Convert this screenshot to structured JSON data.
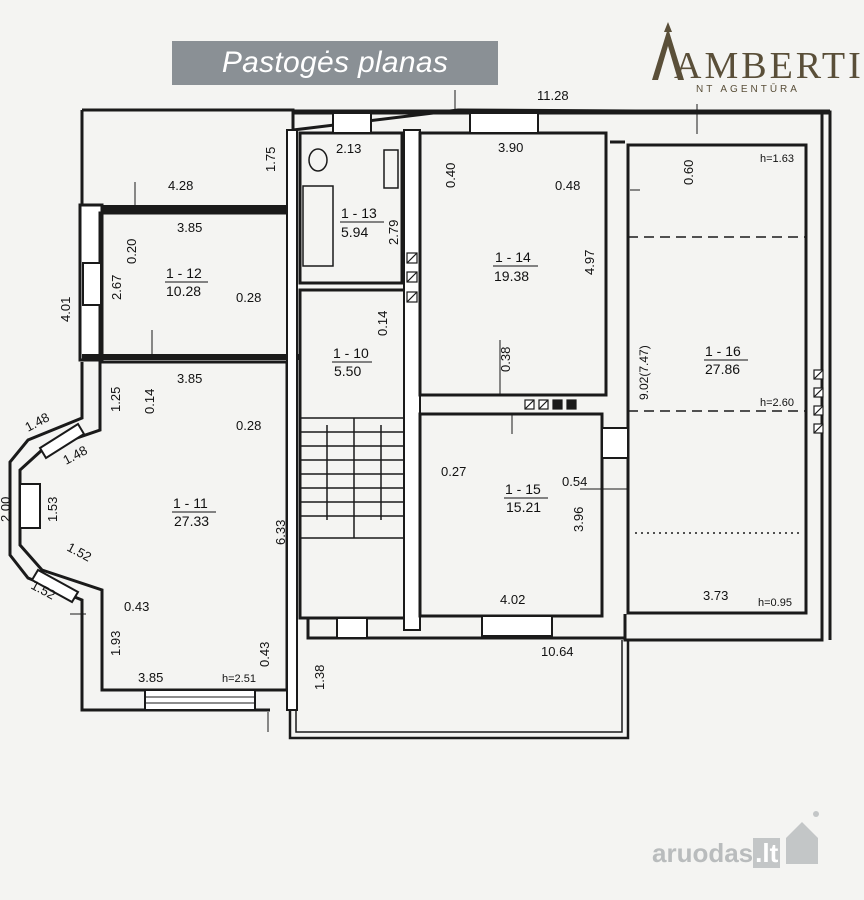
{
  "title": "Pastogės planas",
  "brand": {
    "name": "AMBERTI",
    "subtitle": "NT AGENTŪRA",
    "accent": "#5a4f39"
  },
  "watermark": {
    "text": "aruodas",
    "suffix": ".lt",
    "color": "#b9bcbd"
  },
  "rooms": [
    {
      "id": "1 - 10",
      "area": "5.50"
    },
    {
      "id": "1 - 11",
      "area": "27.33"
    },
    {
      "id": "1 - 12",
      "area": "10.28"
    },
    {
      "id": "1 - 13",
      "area": "5.94"
    },
    {
      "id": "1 - 14",
      "area": "19.38"
    },
    {
      "id": "1 - 15",
      "area": "15.21"
    },
    {
      "id": "1 - 16",
      "area": "27.86"
    }
  ],
  "dimensions": {
    "top_total": "11.28",
    "bottom_total": "10.64",
    "d_428": "4.28",
    "d_175": "1.75",
    "d_213": "2.13",
    "d_279": "2.79",
    "d_390": "3.90",
    "d_040": "0.40",
    "d_048": "0.48",
    "d_497": "4.97",
    "d_038": "0.38",
    "d_060": "0.60",
    "h_163": "h=1.63",
    "d_902": "9.02(7.47)",
    "h_260": "h=2.60",
    "d_373": "3.73",
    "h_095": "h=0.95",
    "d_385a": "3.85",
    "d_020": "0.20",
    "d_267": "2.67",
    "d_028a": "0.28",
    "d_401": "4.01",
    "d_014a": "0.14",
    "d_385b": "3.85",
    "d_125": "1.25",
    "d_014b": "0.14",
    "d_028b": "0.28",
    "d_148a": "1.48",
    "d_148b": "1.48",
    "d_200": "2.00",
    "d_153": "1.53",
    "d_152a": "1.52",
    "d_152b": "1.52",
    "d_633": "6.33",
    "d_043a": "0.43",
    "d_193": "1.93",
    "d_043b": "0.43",
    "d_385c": "3.85",
    "h_251": "h=2.51",
    "d_138": "1.38",
    "d_027": "0.27",
    "d_054": "0.54",
    "d_396": "3.96",
    "d_402": "4.02"
  }
}
